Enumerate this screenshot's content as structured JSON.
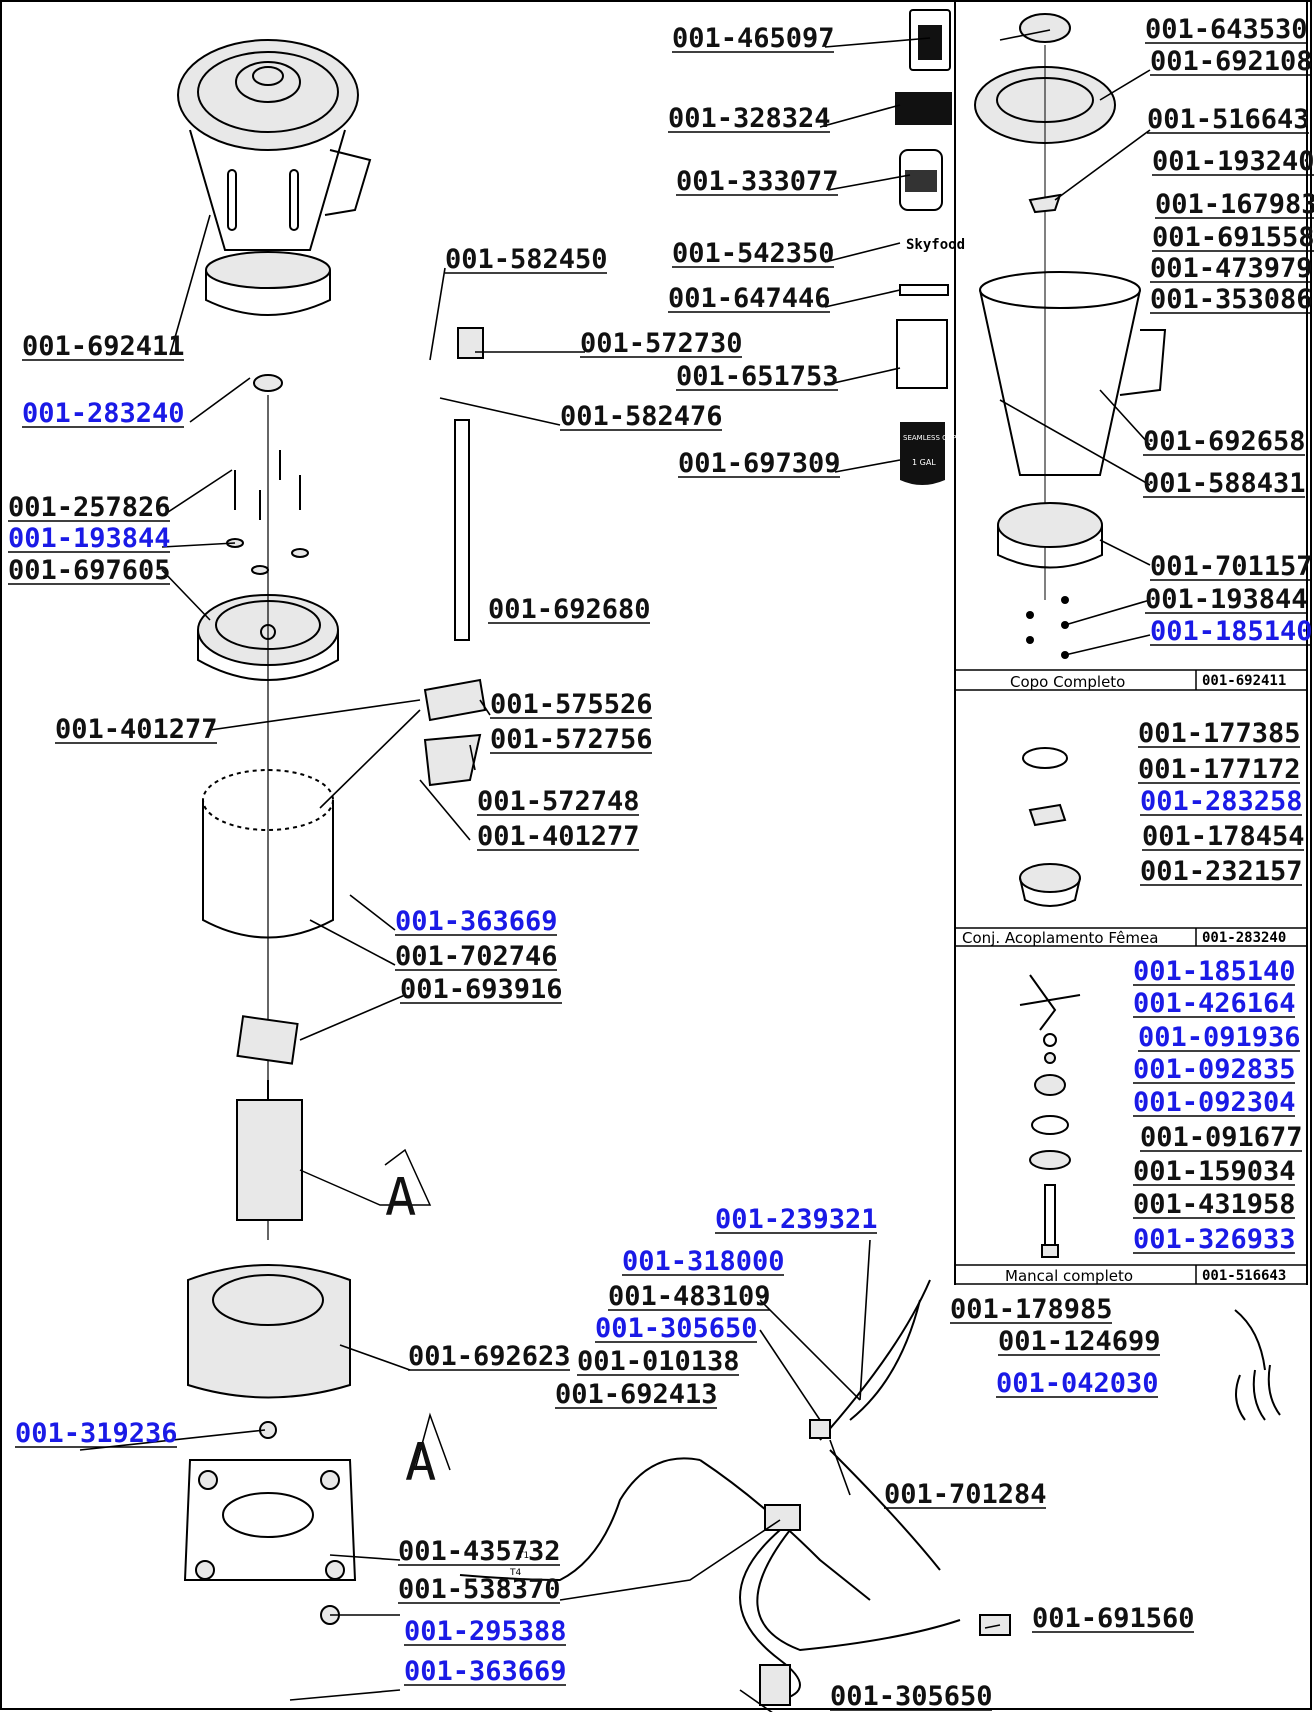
{
  "colors": {
    "black_label": "#111111",
    "blue_label": "#1a1ae6",
    "line": "#000000"
  },
  "labels": [
    {
      "text": "001-465097",
      "color": "black"
    },
    {
      "text": "001-328324",
      "color": "black"
    },
    {
      "text": "001-333077",
      "color": "black"
    },
    {
      "text": "001-542350",
      "color": "black"
    },
    {
      "text": "001-647446",
      "color": "black"
    },
    {
      "text": "001-651753",
      "color": "black"
    },
    {
      "text": "001-697309",
      "color": "black"
    },
    {
      "text": "001-582450",
      "color": "black"
    },
    {
      "text": "001-572730",
      "color": "black"
    },
    {
      "text": "001-582476",
      "color": "black"
    },
    {
      "text": "001-692411",
      "color": "black"
    },
    {
      "text": "001-283240",
      "color": "blue"
    },
    {
      "text": "001-257826",
      "color": "black"
    },
    {
      "text": "001-193844",
      "color": "blue"
    },
    {
      "text": "001-697605",
      "color": "black"
    },
    {
      "text": "001-692680",
      "color": "black"
    },
    {
      "text": "001-575526",
      "color": "black"
    },
    {
      "text": "001-572756",
      "color": "black"
    },
    {
      "text": "001-401277",
      "color": "black"
    },
    {
      "text": "001-572748",
      "color": "black"
    },
    {
      "text": "001-401277",
      "color": "black"
    },
    {
      "text": "001-363669",
      "color": "blue"
    },
    {
      "text": "001-702746",
      "color": "black"
    },
    {
      "text": "001-693916",
      "color": "black"
    },
    {
      "text": "A",
      "color": "black"
    },
    {
      "text": "001-239321",
      "color": "blue"
    },
    {
      "text": "001-318000",
      "color": "blue"
    },
    {
      "text": "001-483109",
      "color": "black"
    },
    {
      "text": "001-305650",
      "color": "blue"
    },
    {
      "text": "001-010138",
      "color": "black"
    },
    {
      "text": "001-692623",
      "color": "black"
    },
    {
      "text": "001-692413",
      "color": "black"
    },
    {
      "text": "001-319236",
      "color": "blue"
    },
    {
      "text": "A",
      "color": "black"
    },
    {
      "text": "001-701284",
      "color": "black"
    },
    {
      "text": "001-435732",
      "color": "black"
    },
    {
      "text": "001-538370",
      "color": "black"
    },
    {
      "text": "001-295388",
      "color": "blue"
    },
    {
      "text": "001-363669",
      "color": "blue"
    },
    {
      "text": "001-691560",
      "color": "black"
    },
    {
      "text": "001-305650",
      "color": "black"
    },
    {
      "text": "001-178985",
      "color": "black"
    },
    {
      "text": "001-124699",
      "color": "black"
    },
    {
      "text": "001-042030",
      "color": "blue"
    },
    {
      "text": "001-643530",
      "color": "black"
    },
    {
      "text": "001-692108",
      "color": "black"
    },
    {
      "text": "001-516643",
      "color": "black"
    },
    {
      "text": "001-193240",
      "color": "black"
    },
    {
      "text": "001-167983",
      "color": "black"
    },
    {
      "text": "001-691558",
      "color": "black"
    },
    {
      "text": "001-473979",
      "color": "black"
    },
    {
      "text": "001-353086",
      "color": "black"
    },
    {
      "text": "001-692658",
      "color": "black"
    },
    {
      "text": "001-588431",
      "color": "black"
    },
    {
      "text": "001-701157",
      "color": "black"
    },
    {
      "text": "001-193844",
      "color": "black"
    },
    {
      "text": "001-185140",
      "color": "blue"
    },
    {
      "text": "001-177385",
      "color": "black"
    },
    {
      "text": "001-177172",
      "color": "black"
    },
    {
      "text": "001-283258",
      "color": "blue"
    },
    {
      "text": "001-178454",
      "color": "black"
    },
    {
      "text": "001-232157",
      "color": "black"
    },
    {
      "text": "001-185140",
      "color": "blue"
    },
    {
      "text": "001-426164",
      "color": "blue"
    },
    {
      "text": "001-091936",
      "color": "blue"
    },
    {
      "text": "001-092835",
      "color": "blue"
    },
    {
      "text": "001-092304",
      "color": "blue"
    },
    {
      "text": "001-091677",
      "color": "black"
    },
    {
      "text": "001-159034",
      "color": "black"
    },
    {
      "text": "001-431958",
      "color": "black"
    },
    {
      "text": "001-326933",
      "color": "blue"
    }
  ],
  "panels": [
    {
      "title": "Copo Completo",
      "code": "001-692411"
    },
    {
      "title": "Conj. Acoplamento Fêmea",
      "code": "001-283240"
    },
    {
      "title": "Mancal completo",
      "code": "001-516643"
    }
  ],
  "decals": {
    "skyfood": "Skyfood",
    "seamless_title": "SEAMLESS CUP",
    "seamless_gal": "1 GAL",
    "wire_t1": "T1",
    "wire_t4": "T4"
  }
}
